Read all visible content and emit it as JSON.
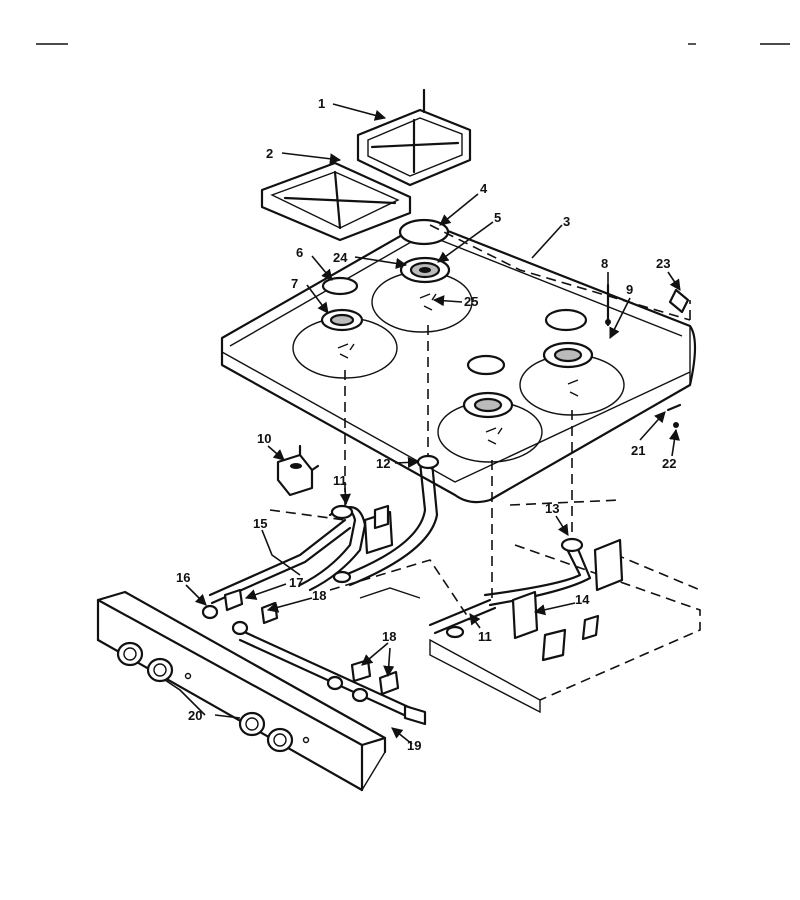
{
  "callouts": {
    "c1": "1",
    "c2": "2",
    "c3": "3",
    "c4": "4",
    "c5": "5",
    "c6": "6",
    "c7": "7",
    "c8": "8",
    "c9": "9",
    "c10": "10",
    "c11a": "11",
    "c11b": "11",
    "c12": "12",
    "c13": "13",
    "c14": "14",
    "c15": "15",
    "c16": "16",
    "c17": "17",
    "c18a": "18",
    "c18b": "18",
    "c19": "19",
    "c20": "20",
    "c21": "21",
    "c22": "22",
    "c23": "23",
    "c24": "24",
    "c25": "25"
  }
}
